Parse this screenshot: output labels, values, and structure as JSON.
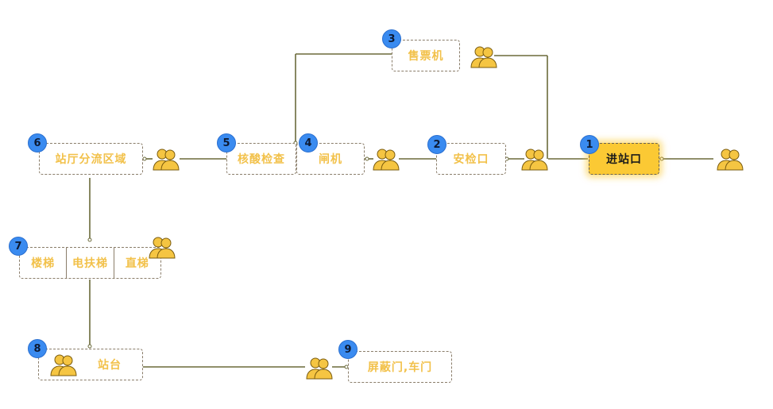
{
  "nodes": [
    {
      "id": "1",
      "label": "进站口"
    },
    {
      "id": "2",
      "label": "安检口"
    },
    {
      "id": "3",
      "label": "售票机"
    },
    {
      "id": "4",
      "label": "闸机"
    },
    {
      "id": "5",
      "label": "核酸检查"
    },
    {
      "id": "6",
      "label": "站厅分流区域"
    },
    {
      "id": "7",
      "segments": [
        "楼梯",
        "电扶梯",
        "直梯"
      ]
    },
    {
      "id": "8",
      "label": "站台"
    },
    {
      "id": "9",
      "label": "屏蔽门,车门"
    }
  ],
  "colors": {
    "badge": "#3a8bf0",
    "label": "#f2c14a",
    "active": "#fbc934",
    "line": "#6b6a3a",
    "person": "#f5c542"
  },
  "icons": [
    "people-icon"
  ]
}
